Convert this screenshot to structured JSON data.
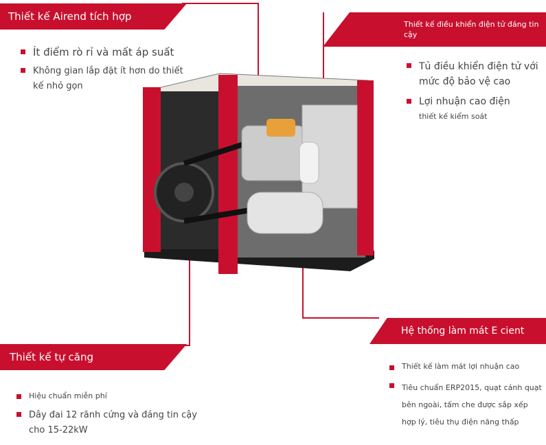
{
  "sections": {
    "airend": {
      "title": "Thiết kế Airend tích hợp",
      "items": [
        "Ít điểm rò rỉ và mất áp suất",
        "Không gian lắp đặt ít hơn do thiết kế nhỏ gọn"
      ]
    },
    "controller": {
      "title": "Thiết kế điều khiển điện tử đáng tin cậy",
      "items": [
        "Tủ điều khiển điện tử với mức độ bảo vệ cao",
        "Lợi nhuận cao điện",
        "thiết kế kiểm soát"
      ]
    },
    "tension": {
      "title": "Thiết kế tự căng",
      "items": [
        "Hiệu chuẩn miễn phí",
        "Dây đai 12 rãnh cứng và đáng tin cậy cho 15-22kW"
      ]
    },
    "cooling": {
      "title": "Hệ thống làm mát E cient",
      "items": [
        "Thiết kế làm mát lợi nhuận cao",
        "Tiêu chuẩn ERP2015, quạt cánh quạt bên ngoài, tấm che được sắp xếp hợp lý, tiêu thụ điện năng thấp"
      ]
    }
  },
  "colors": {
    "accent": "#c8102e",
    "text": "#444444"
  }
}
